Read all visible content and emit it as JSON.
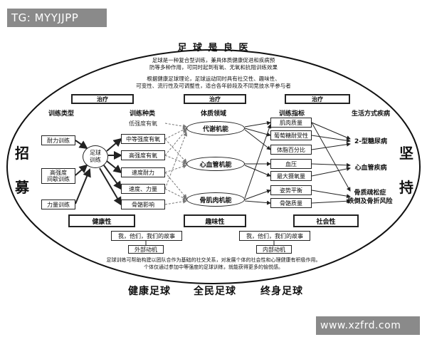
{
  "watermark_top": "TG: MYYJJPP",
  "watermark_bottom": "www.xzfrd.com",
  "title": "足 球 是 良 医",
  "intro": {
    "line1": "足球是一种复合型训练，兼具体质健康促进和疾病预",
    "line2": "防等多种作用，可同时起到有氧、无氧和抗阻训练效果",
    "line3": "根据健康足球理论，足球运动同时具有社交性、趣味性、",
    "line4": "可变性、流行性及可调整性，适合各年龄段及不同竞技水平参与者"
  },
  "side_left": [
    "招",
    "募"
  ],
  "side_right": [
    "坚",
    "持"
  ],
  "treatment_labels": [
    "治疗",
    "治疗",
    "治疗"
  ],
  "column_headers": {
    "training_type": "训练类型",
    "training_kind": "训练种类",
    "fitness_domain": "体质领域",
    "training_index": "训练指标",
    "lifestyle_disease": "生活方式疾病"
  },
  "training_types": [
    "耐力训练",
    "高强度\n间歇训练",
    "力量训练"
  ],
  "center_label": "足球\n训练",
  "training_kinds": [
    "低强度有氧",
    "中等强度有氧",
    "高强度有氧",
    "速度耐力",
    "速度、力量",
    "骨骼影响"
  ],
  "domains": [
    "代谢机能",
    "心血管机能",
    "骨肌肉机能"
  ],
  "indices": [
    "肌肉质量",
    "葡萄糖耐受性",
    "体脂百分比",
    "血压",
    "最大摄氧量",
    "姿势平衡",
    "骨骼质量"
  ],
  "diseases": [
    "2-型糖尿病",
    "心血管疾病",
    "骨质疏松症\n跌倒及骨折风险"
  ],
  "attributes": [
    "健康性",
    "趣味性",
    "社会性"
  ],
  "stories": [
    "我，他们，我们的故事",
    "我，他们，我们的故事"
  ],
  "motivation": [
    "外部动机",
    "内部动机"
  ],
  "social_note": {
    "line1": "足球训练可帮助构建以团队合作为基础的社交关系，对发展个体的社会性和心理健康有积极作用。",
    "line2": "个体仅通过参加中等强度的足球训练，就能获得更多的愉悦感。"
  },
  "slogans": [
    "健康足球",
    "全民足球",
    "终身足球"
  ]
}
